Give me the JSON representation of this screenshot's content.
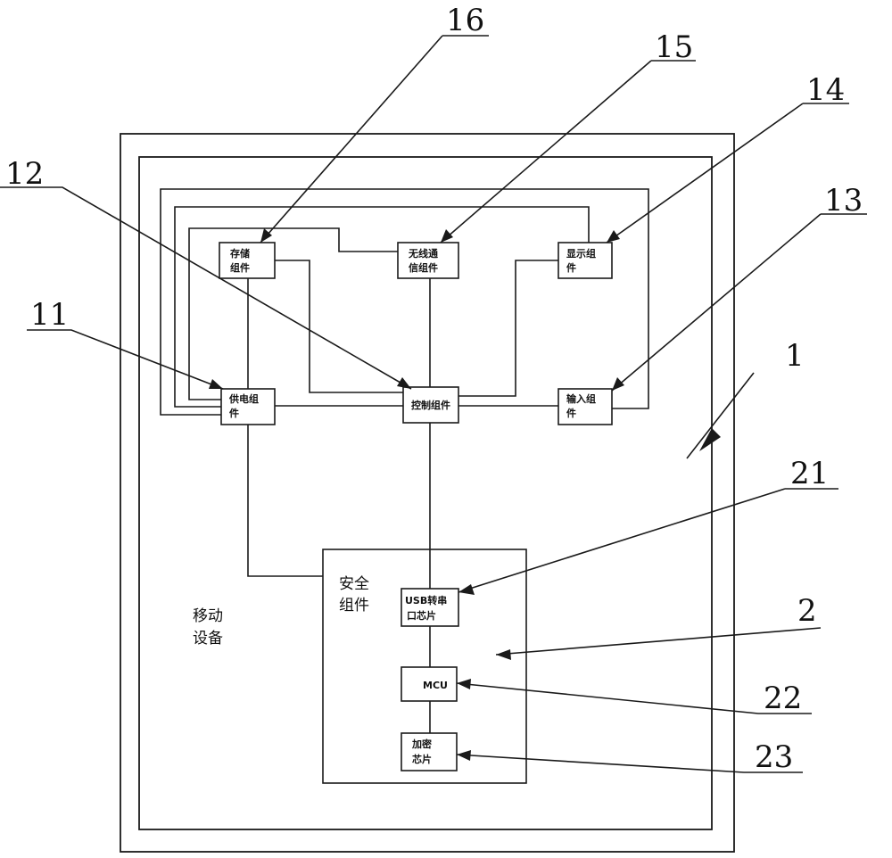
{
  "diagram": {
    "refs": {
      "r16": "16",
      "r15": "15",
      "r14": "14",
      "r12": "12",
      "r13": "13",
      "r11": "11",
      "r1": "1",
      "r21": "21",
      "r2": "2",
      "r22": "22",
      "r23": "23"
    },
    "components": {
      "storage": [
        "存储",
        "组件"
      ],
      "wireless": [
        "无线通",
        "信组件"
      ],
      "display": [
        "显示组",
        "件"
      ],
      "power": [
        "供电组",
        "件"
      ],
      "control": [
        "控制组件"
      ],
      "input": [
        "输入组",
        "件"
      ],
      "usb": [
        "USB转串",
        "口芯片"
      ],
      "mcu": [
        "MCU"
      ],
      "crypto": [
        "加密",
        "芯片"
      ]
    },
    "labels": {
      "security": [
        "安全",
        "组件"
      ],
      "mobile": [
        "移动",
        "设备"
      ]
    }
  }
}
